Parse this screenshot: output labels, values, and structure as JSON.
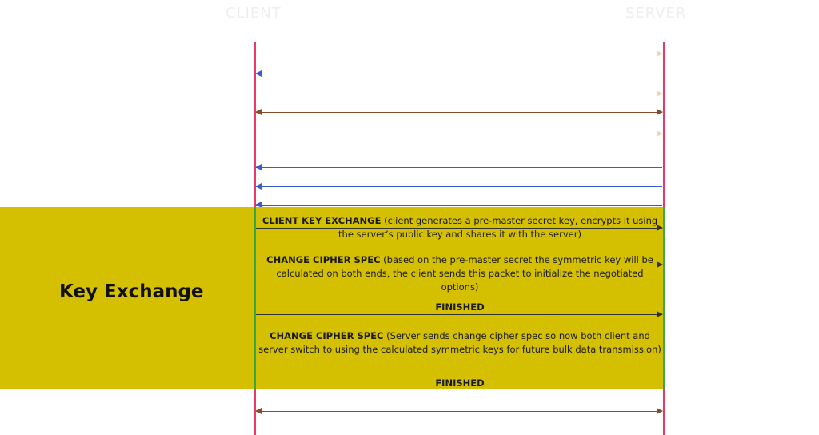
{
  "header": {
    "client": "CLIENT",
    "server": "SERVER"
  },
  "section": {
    "label": "Key Exchange"
  },
  "messages": [
    {
      "title": "CLIENT KEY EXCHANGE",
      "body": " (client generates a pre-master secret key, encrypts it using the  server’s public key and shares it with the server)"
    },
    {
      "title": "CHANGE CIPHER SPEC",
      "body": " (based on the pre-master secret the symmetric key will be calculated on both ends, the client sends this packet to initialize the negotiated options)"
    },
    {
      "title": "FINISHED",
      "body": ""
    },
    {
      "title": "CHANGE CIPHER SPEC",
      "body": " (Server sends change cipher spec so now both client and server switch to using the calculated symmetric keys for future bulk data transmission)"
    },
    {
      "title": "FINISHED",
      "body": ""
    }
  ],
  "colors": {
    "band": "#d4bf00",
    "lifeline": "#e63a6b",
    "lifeline_active": "#3aa845",
    "blue_arrow": "#3a5bc8",
    "brown_arrow": "#8b4a2a",
    "faint_arrow": "#f3d2c2"
  }
}
